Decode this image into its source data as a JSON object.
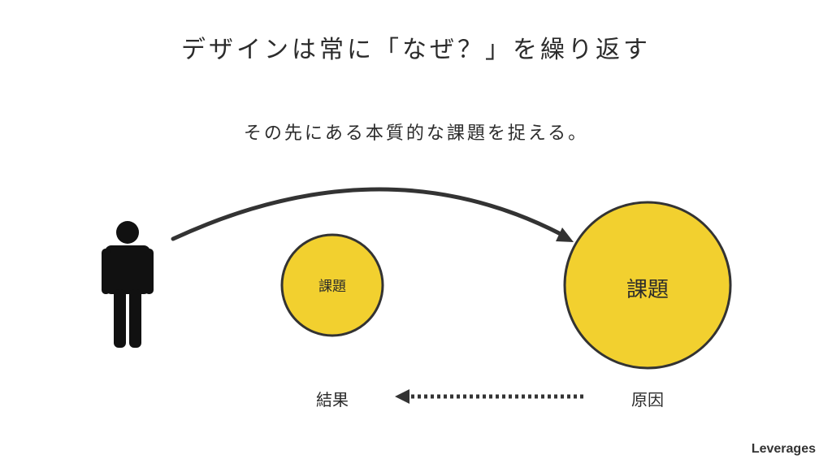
{
  "header": {
    "title": "デザインは常に「なぜ？」を繰り返す",
    "subtitle": "その先にある本質的な課題を捉える。"
  },
  "diagram": {
    "small_circle_label": "課題",
    "large_circle_label": "課題",
    "result_label": "結果",
    "cause_label": "原因",
    "icons": {
      "person": "person-icon",
      "curved_arrow": "curved-arrow-icon",
      "dotted_arrow": "dotted-arrow-left-icon"
    },
    "colors": {
      "circle_fill": "#F2D02F",
      "stroke": "#333333",
      "person": "#111111"
    }
  },
  "brand": {
    "logo_text": "Leverages"
  }
}
